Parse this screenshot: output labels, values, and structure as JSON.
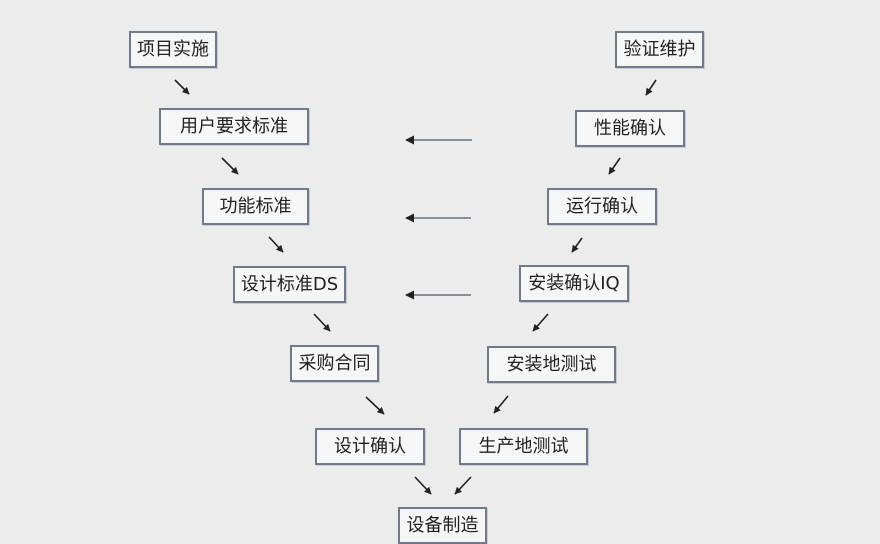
{
  "left_branch": {
    "xiangmu_shishi": "项目实施",
    "yonghu_yaoqiu": "用户要求标准",
    "gongneng_biaozhun": "功能标准",
    "sheji_biaozhun": "设计标准DS",
    "caigou_hetong": "采购合同",
    "sheji_queren": "设计确认"
  },
  "bottom": {
    "shebei_zhizao": "设备制造"
  },
  "right_branch": {
    "yanzheng_weihu": "验证维护",
    "xingneng_queren": "性能确认",
    "yunxing_queren": "运行确认",
    "anzhuang_queren": "安装确认IQ",
    "anzhuangdi_ceshi": "安装地测试",
    "shengchandi_ceshi": "生产地测试"
  },
  "colors": {
    "box_border": "#707a8a",
    "box_fill": "#f6f6f6",
    "arrow": "#222222",
    "connector_line": "#8a8e96",
    "background": "#ececec"
  }
}
